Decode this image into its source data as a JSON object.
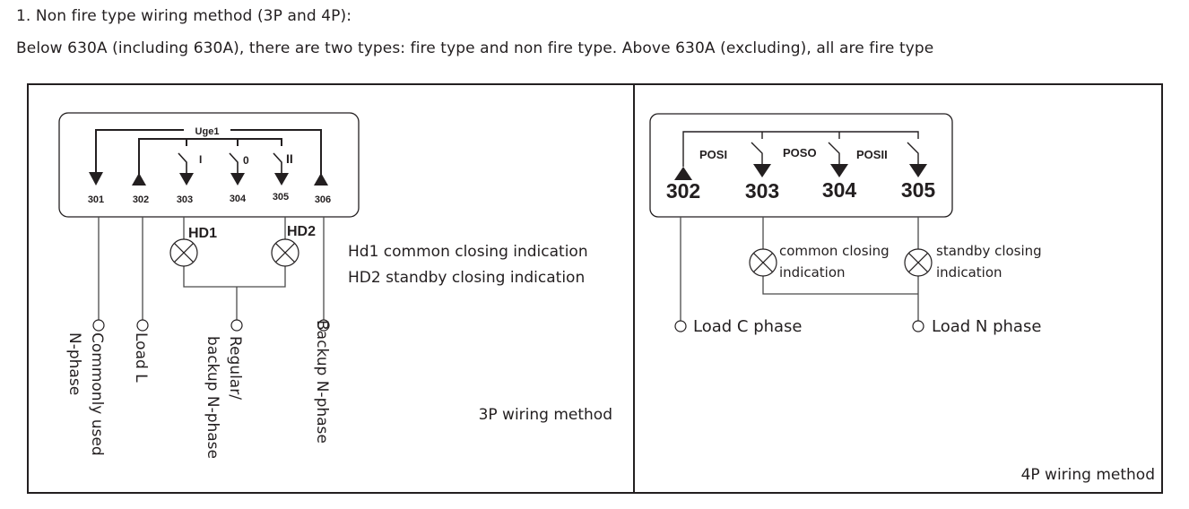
{
  "heading": "1. Non fire type wiring method (3P and 4P):",
  "subheading": "Below 630A (including 630A), there are two types: fire type and non fire type. Above 630A (excluding), all are fire type",
  "panel_3p": {
    "title": "3P wiring method",
    "bus_label": "Uge1",
    "terminals": [
      "301",
      "302",
      "303",
      "304",
      "305",
      "306"
    ],
    "switch_labels": [
      "I",
      "0",
      "II"
    ],
    "lamps": [
      "HD1",
      "HD2"
    ],
    "legend": [
      "Hd1 common closing indication",
      "HD2 standby closing indication"
    ],
    "outputs": {
      "commonly_used": [
        "Commonly used",
        "N-phase"
      ],
      "load_l": "Load L",
      "regular_backup": [
        "Regular/",
        "backup N-phase"
      ],
      "backup": "Backup N-phase"
    }
  },
  "panel_4p": {
    "title": "4P wiring method",
    "terminals": [
      "302",
      "303",
      "304",
      "305"
    ],
    "switch_labels": [
      "POSI",
      "POSO",
      "POSII"
    ],
    "lamp_labels": [
      [
        "common closing",
        "indication"
      ],
      [
        "standby closing",
        "indication"
      ]
    ],
    "outputs": [
      "Load C phase",
      "Load N phase"
    ]
  }
}
